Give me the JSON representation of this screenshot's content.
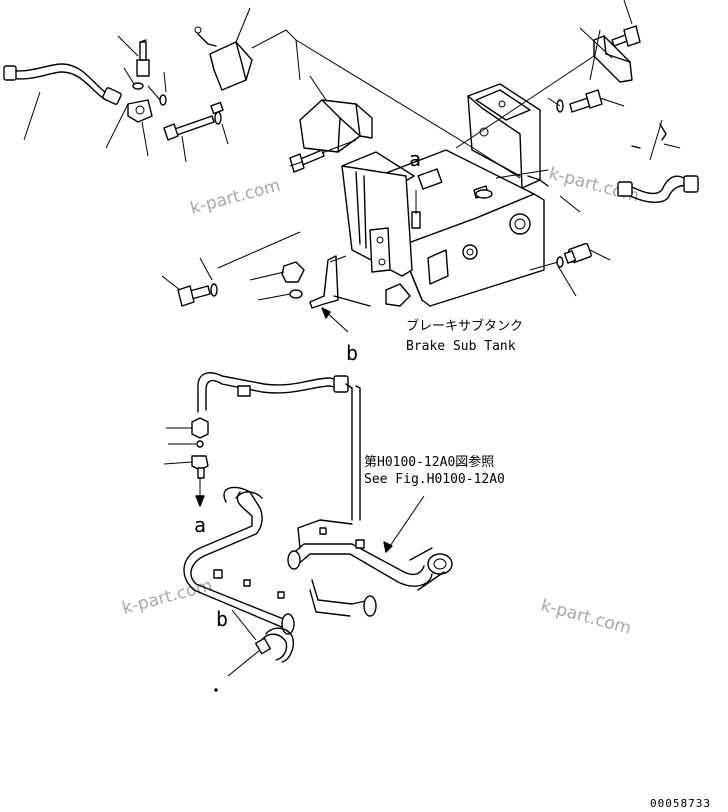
{
  "labels": {
    "a_top": "a",
    "a_bottom": "a",
    "b_top": "b",
    "b_bottom": "b",
    "tank_jp": "ブレーキサブタンク",
    "tank_en": "Brake Sub Tank",
    "ref_jp": "第H0100-12A0図参照",
    "ref_en": "See Fig.H0100-12A0",
    "drawing_no": "00058733"
  },
  "watermarks": [
    "k-part.com",
    "k-part.com",
    "k-part.com",
    "k-part.com"
  ]
}
